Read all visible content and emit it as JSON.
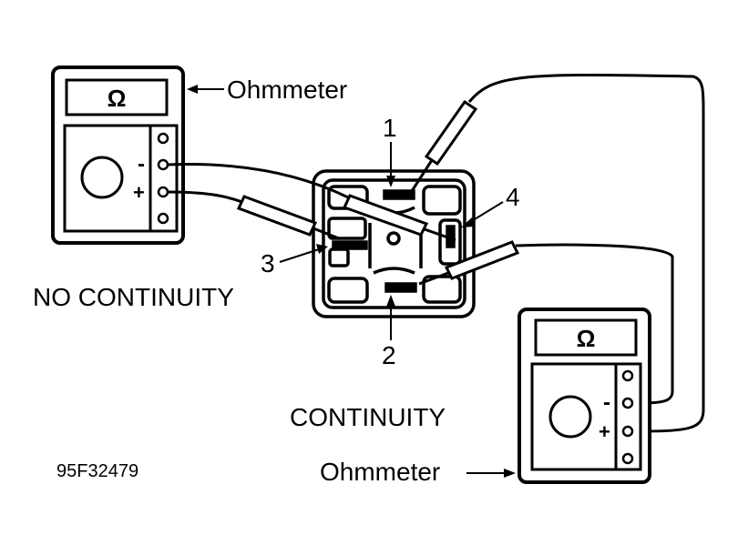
{
  "meters": {
    "left": {
      "label": "Ohmmeter",
      "symbol": "Ω",
      "minus": "-",
      "plus": "+"
    },
    "right": {
      "label": "Ohmmeter",
      "symbol": "Ω",
      "minus": "-",
      "plus": "+"
    }
  },
  "terminals": {
    "t1": "1",
    "t2": "2",
    "t3": "3",
    "t4": "4"
  },
  "results": {
    "left": "NO CONTINUITY",
    "right": "CONTINUITY"
  },
  "figure_code": "95F32479",
  "colors": {
    "ink": "#000000",
    "paper": "#ffffff"
  }
}
